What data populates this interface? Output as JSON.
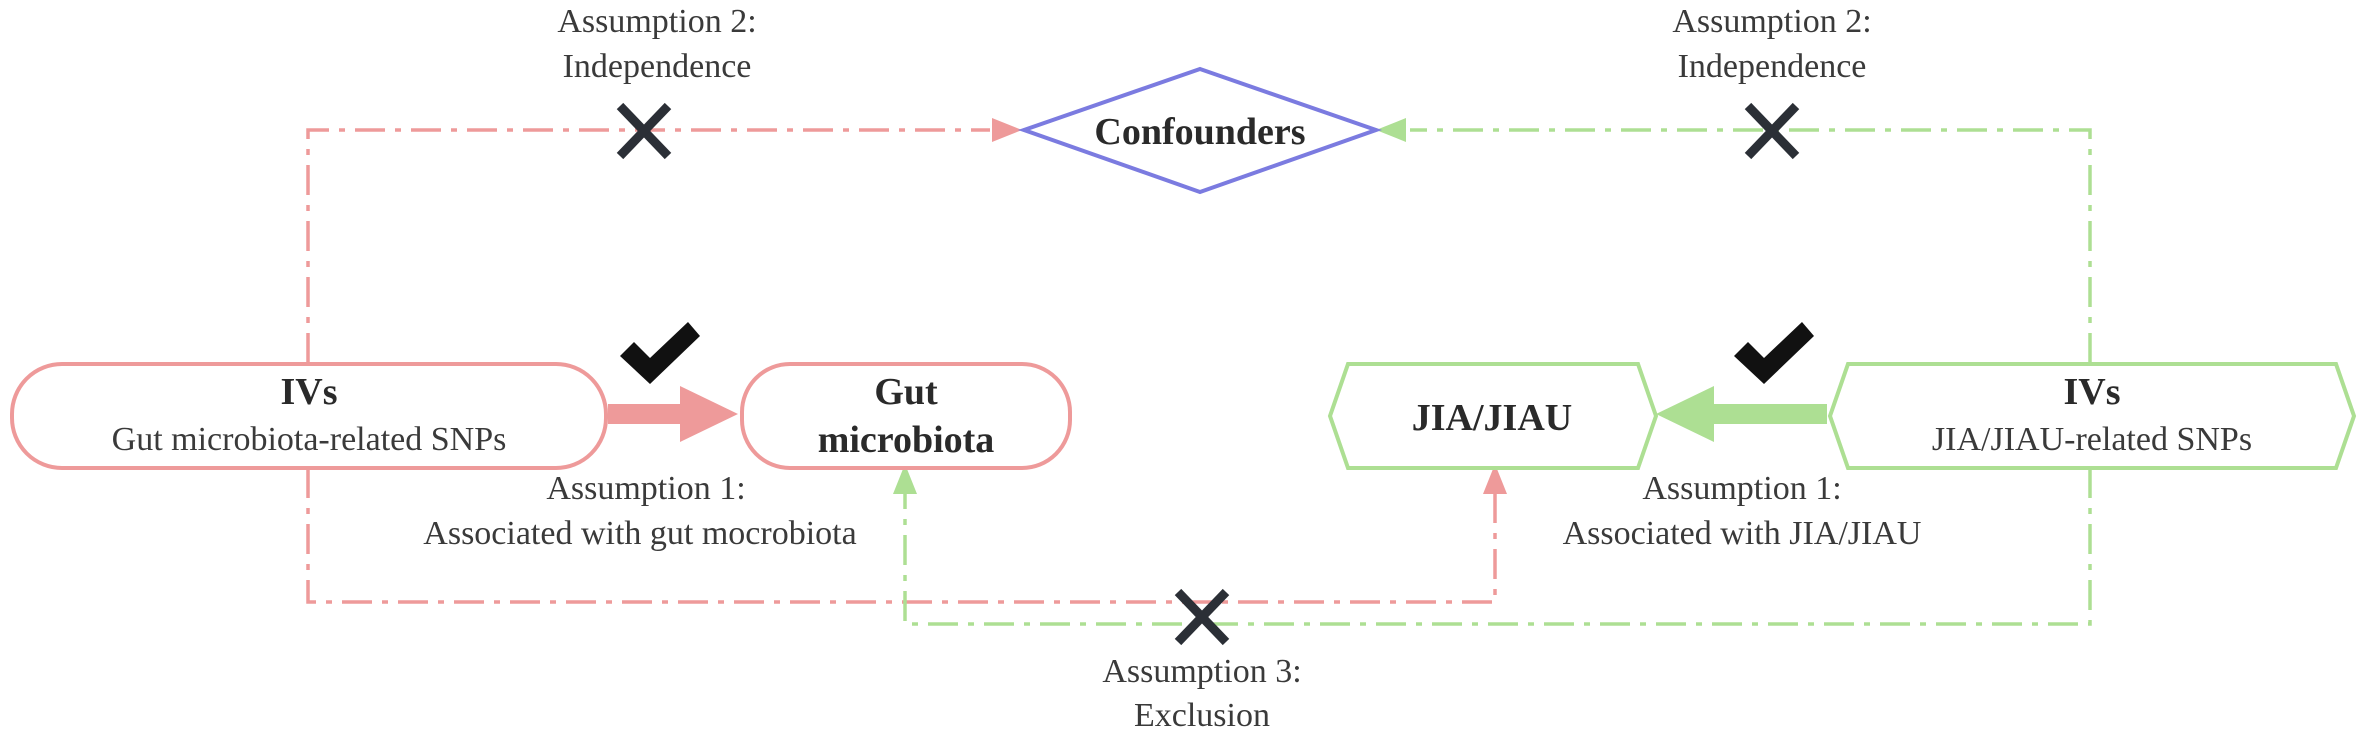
{
  "colors": {
    "red": "#ee9a9a",
    "green": "#addf93",
    "blue": "#7b7be0",
    "mark": "#2b2f36",
    "text": "#3a3a3a"
  },
  "nodes": {
    "confounders": {
      "label": "Confounders"
    },
    "ivs_left": {
      "title": "IVs",
      "subtitle": "Gut microbiota-related SNPs"
    },
    "gut": {
      "line1": "Gut",
      "line2": "microbiota"
    },
    "jia": {
      "label": "JIA/JIAU"
    },
    "ivs_right": {
      "title": "IVs",
      "subtitle": "JIA/JIAU-related SNPs"
    }
  },
  "labels": {
    "a2_left": {
      "line1": "Assumption 2:",
      "line2": "Independence"
    },
    "a2_right": {
      "line1": "Assumption 2:",
      "line2": "Independence"
    },
    "a1_left": {
      "line1": "Assumption 1:",
      "line2": "Associated with gut mocrobiota"
    },
    "a1_right": {
      "line1": "Assumption 1:",
      "line2": "Associated with JIA/JIAU"
    },
    "a3": {
      "line1": "Assumption 3:",
      "line2": "Exclusion"
    }
  },
  "marks": {
    "check": "check-icon",
    "cross": "cross-icon"
  }
}
